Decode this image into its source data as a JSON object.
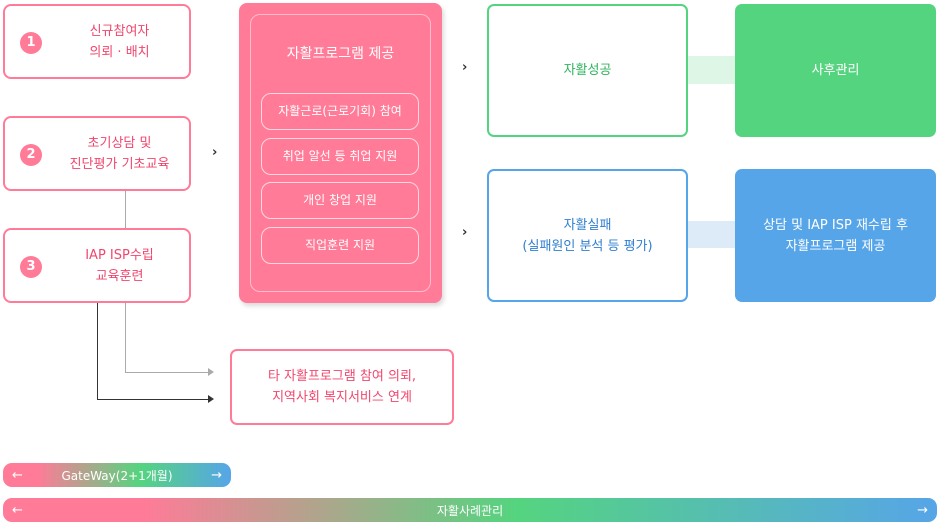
{
  "steps": [
    {
      "num": "1",
      "line1": "신규참여자",
      "line2": "의뢰 · 배치"
    },
    {
      "num": "2",
      "line1": "초기상담 및",
      "line2": "진단평가 기초교육"
    },
    {
      "num": "3",
      "line1": "IAP ISP수립",
      "line2": "교육훈련"
    }
  ],
  "program": {
    "title": "자활프로그램 제공",
    "items": [
      "자활근로(근로기회) 참여",
      "취업 알선 등 취업 지원",
      "개인 창업 지원",
      "직업훈련 지원"
    ]
  },
  "success": {
    "label": "자활성공",
    "next": "사후관리"
  },
  "failure": {
    "line1": "자활실패",
    "line2": "(실패원인 분석 등 평가)",
    "next1": "상담 및 IAP ISP 재수립 후",
    "next2": "자활프로그램 제공"
  },
  "referral": {
    "line1": "타 자활프로그램 참여 의뢰,",
    "line2": "지역사회 복지서비스 연계"
  },
  "bars": {
    "gateway": "GateWay(2+1개월)",
    "case": "자활사례관리",
    "left_arrow": "←",
    "right_arrow": "→"
  },
  "chevron": "›",
  "colors": {
    "pink": "#ff7b98",
    "green": "#55d47f",
    "blue": "#56a5e8"
  }
}
